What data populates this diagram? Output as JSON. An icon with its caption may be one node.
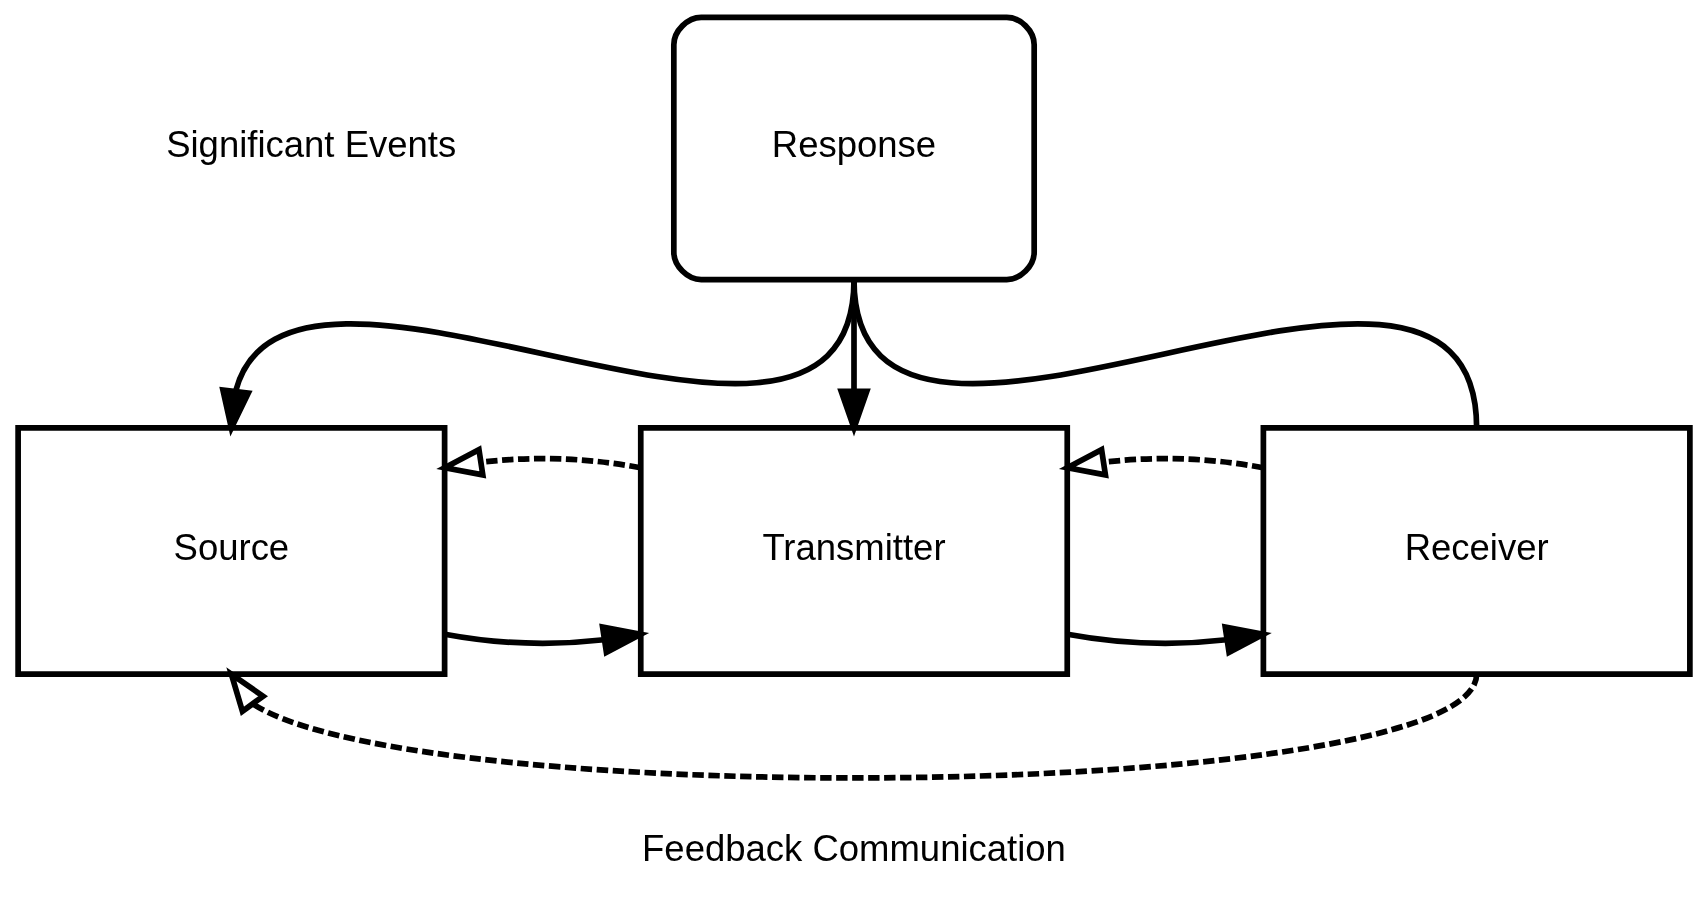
{
  "diagram": {
    "nodes": [
      {
        "text": [
          "Response"
        ]
      },
      {
        "text": [
          "Source"
        ]
      },
      {
        "text": [
          "Transmitter"
        ]
      },
      {
        "text": [
          "Receiver"
        ]
      }
    ],
    "edges": [
      {
        "from": 0,
        "to": 1,
        "arrow": "to"
      },
      {
        "from": 0,
        "to": 2,
        "arrow": "to"
      },
      {
        "from": 0,
        "to": 3,
        "arrow": "none"
      },
      {
        "from": 1,
        "to": 2,
        "arrow": "to"
      },
      {
        "from": 2,
        "to": 3,
        "arrow": "to"
      },
      {
        "from": 2,
        "to": 1,
        "arrow": "to",
        "style": "dashed"
      },
      {
        "from": 3,
        "to": 1,
        "arrow": "to",
        "style": "dashed"
      },
      {
        "from": 3,
        "to": 2,
        "arrow": "to",
        "style": "dashed"
      }
    ],
    "labels": [
      "Significant Events",
      "Feedback Communication"
    ]
  }
}
